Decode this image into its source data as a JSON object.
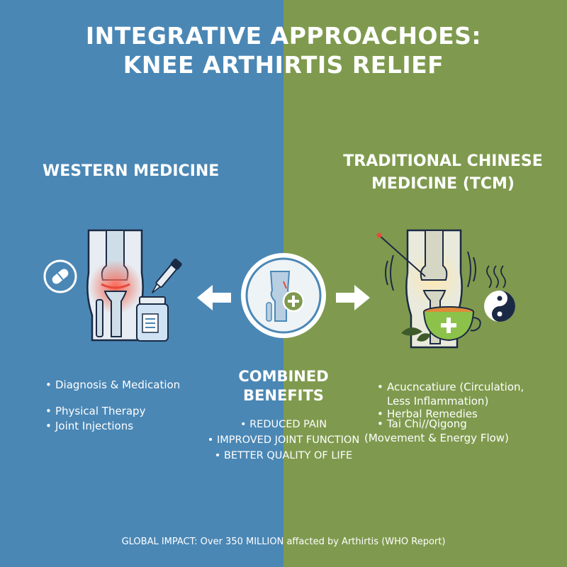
{
  "title": {
    "line1": "INTEGRATIVE APPROACHOES:",
    "line2": "KNEE ARTHIRTIS RELIEF"
  },
  "colors": {
    "western_bg": "#4a87b5",
    "tcm_bg": "#7f9a4e",
    "inflammation_red": "#e64a3c",
    "navy_outline": "#1b2a44",
    "tea_green": "#8cc24a"
  },
  "western": {
    "heading": "WESTERN MEDICINE",
    "bullets": [
      "Diagnosis & Medication",
      "Physical Therapy",
      "Joint Injections"
    ],
    "icons": [
      "pill-icon",
      "knee-joint-icon",
      "dropper-icon",
      "medicine-bottle-icon"
    ]
  },
  "tcm": {
    "heading_line1": "TRADITIONAL CHINESE",
    "heading_line2": "MEDICINE (TCM)",
    "bullets": [
      "Acucncatiure (Circulation,",
      "Less Inflammation)",
      "Herbal Remedies",
      "Tai Chi//Qigong",
      "(Movement & Energy Flow)"
    ],
    "icons": [
      "acupuncture-needle-icon",
      "knee-joint-icon",
      "herbal-tea-icon",
      "yin-yang-icon"
    ]
  },
  "combined": {
    "heading_line1": "COMBINED",
    "heading_line2": "BENEFITS",
    "benefits": [
      "Reduced Pain",
      "Improved Joint Function",
      "Better Quality of Life"
    ],
    "icons": [
      "knee-plus-icon",
      "arrow-left-icon",
      "arrow-right-icon"
    ]
  },
  "footer": "GLOBAL IMPACT: Over 350 MILLION affacted by Arthirtis (WHO Report)"
}
